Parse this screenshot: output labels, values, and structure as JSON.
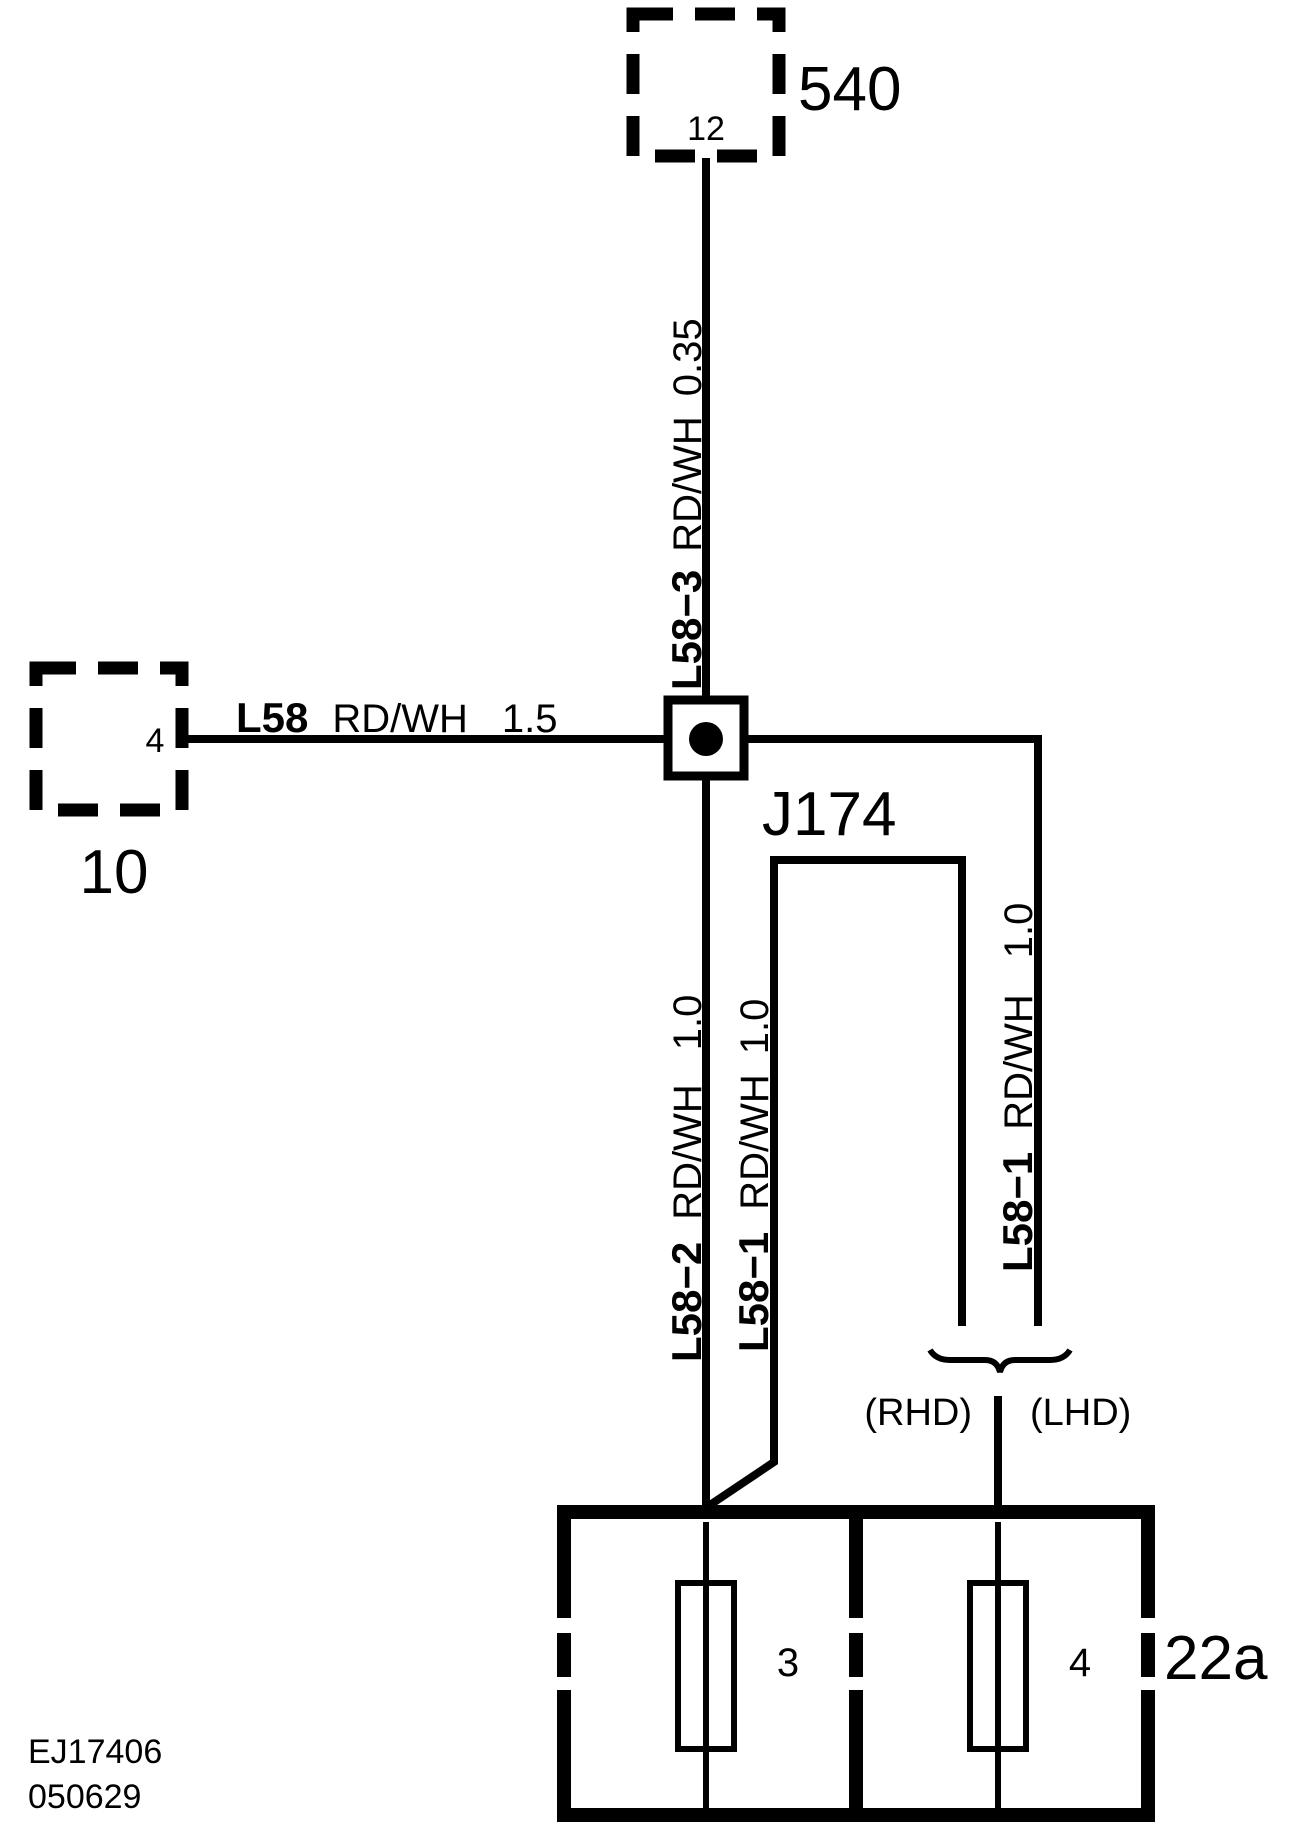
{
  "components": {
    "c540": {
      "id": "540",
      "pin": "12"
    },
    "c10": {
      "id": "10",
      "pin": "4"
    },
    "splice": {
      "id": "J174"
    },
    "fusebox": {
      "id": "22a",
      "fuse_left": "3",
      "fuse_right": "4"
    }
  },
  "wires": {
    "top": {
      "circuit": "L58−3",
      "color": "RD/WH",
      "gauge": "0.35"
    },
    "left": {
      "circuit": "L58",
      "color": "RD/WH",
      "gauge": "1.5"
    },
    "down_a": {
      "circuit": "L58−2",
      "color": "RD/WH",
      "gauge": "1.0"
    },
    "down_b": {
      "circuit": "L58−1",
      "color": "RD/WH",
      "gauge": "1.0"
    },
    "down_c": {
      "circuit": "L58−1",
      "color": "RD/WH",
      "gauge": "1.0"
    }
  },
  "options": {
    "rhd": "(RHD)",
    "lhd": "(LHD)"
  },
  "footer": {
    "ref": "EJ17406",
    "date": "050629"
  }
}
